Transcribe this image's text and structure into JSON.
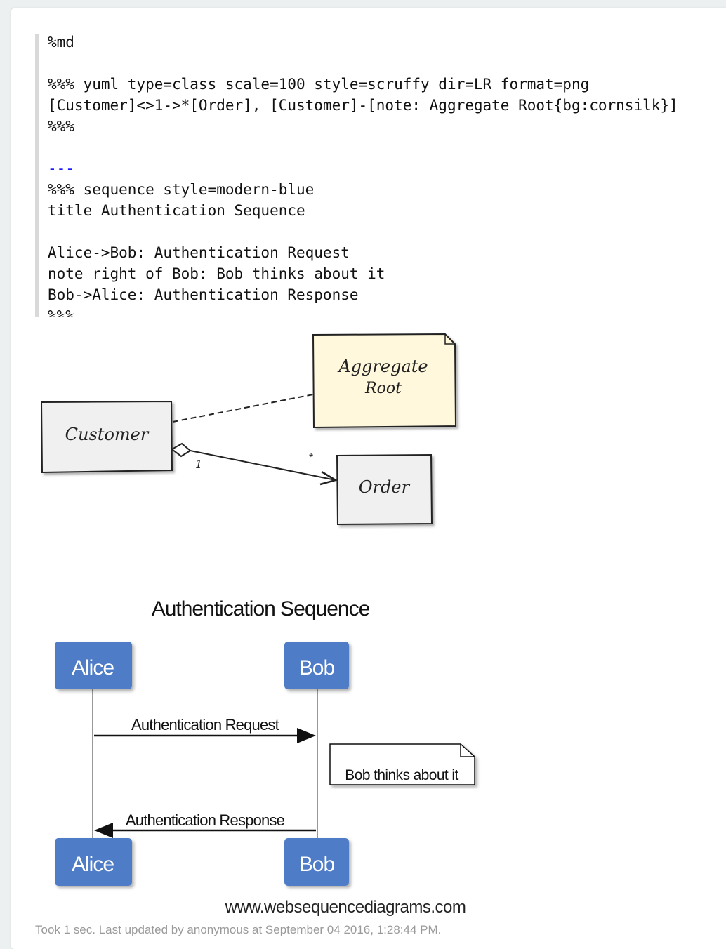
{
  "editor": {
    "lines": [
      "%md",
      "",
      "%%% yuml type=class scale=100 style=scruffy dir=LR format=png",
      "[Customer]<>1->*[Order], [Customer]-[note: Aggregate Root{bg:cornsilk}]",
      "%%%",
      "",
      "---",
      "%%% sequence style=modern-blue",
      "title Authentication Sequence",
      "",
      "Alice->Bob: Authentication Request",
      "note right of Bob: Bob thinks about it",
      "Bob->Alice: Authentication Response",
      "%%%"
    ]
  },
  "class_diagram": {
    "customer": "Customer",
    "order": "Order",
    "note": [
      "Aggregate",
      "Root"
    ],
    "multiplicity_source": "1",
    "multiplicity_target": "*",
    "note_bg": "#fff8dc"
  },
  "sequence_diagram": {
    "title": "Authentication Sequence",
    "participant_a": "Alice",
    "participant_b": "Bob",
    "message_1": "Authentication Request",
    "note": "Bob thinks about it",
    "message_2": "Authentication Response",
    "watermark": "www.websequencediagrams.com",
    "actor_color": "#4f7cc6"
  },
  "footer": {
    "status": "Took 1 sec. Last updated by anonymous at September 04 2016, 1:28:44 PM."
  }
}
